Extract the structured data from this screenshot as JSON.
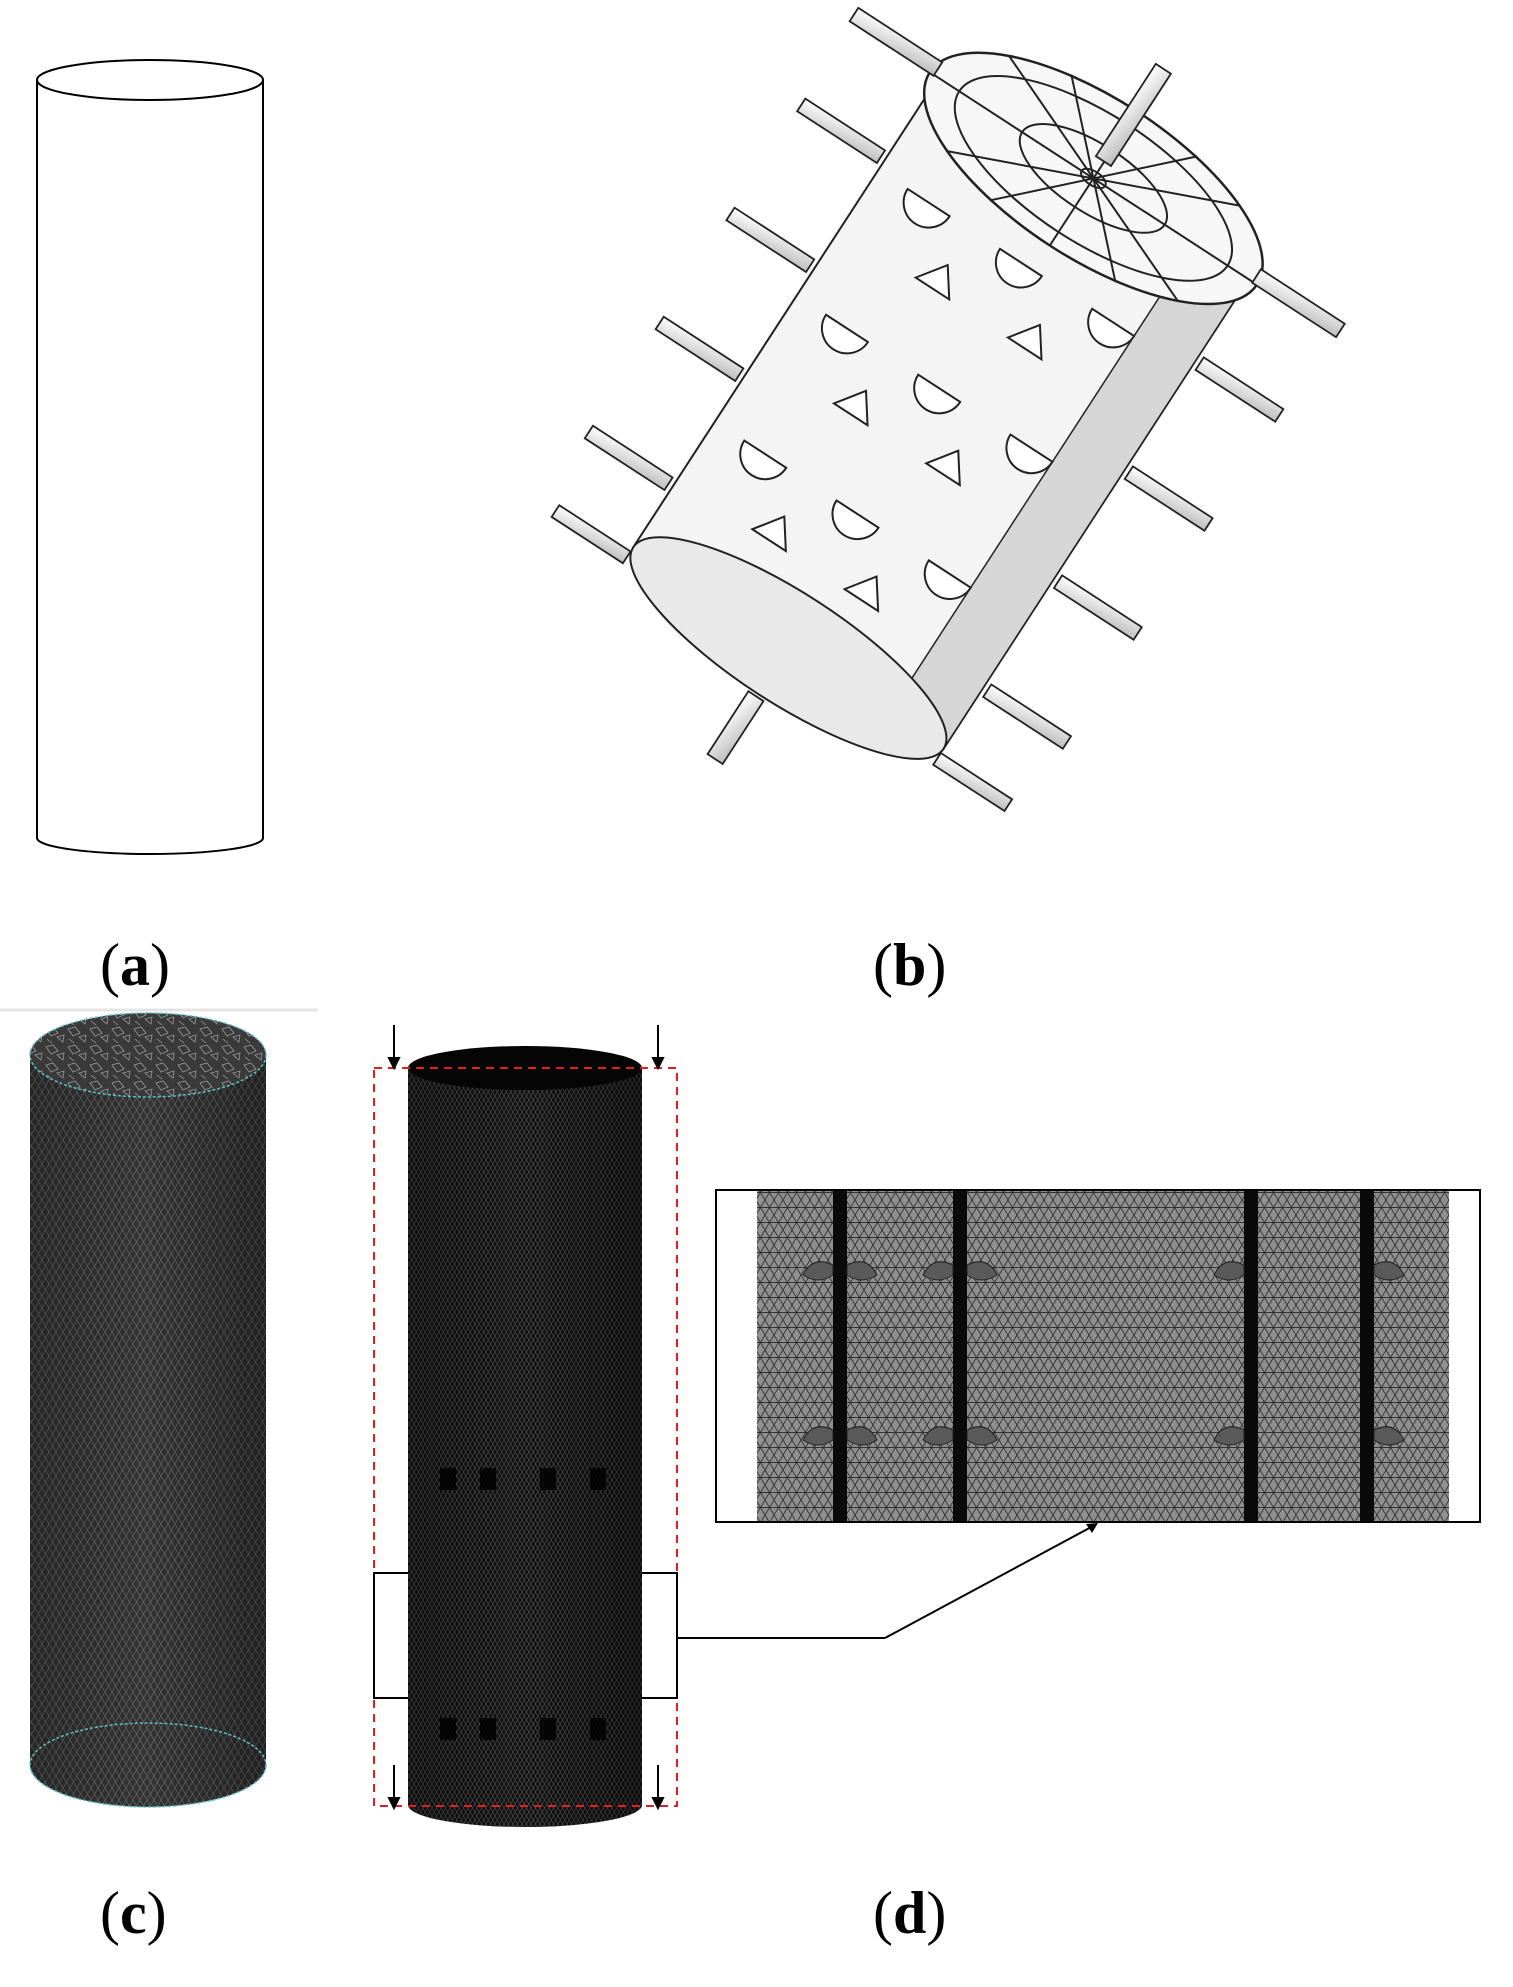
{
  "figure": {
    "panels": [
      {
        "id": "a",
        "label_open": "(",
        "label_letter": "a",
        "label_close": ")",
        "content": "cylinder-outline"
      },
      {
        "id": "b",
        "label_open": "(",
        "label_letter": "b",
        "label_close": ")",
        "content": "impeller-model"
      },
      {
        "id": "c",
        "label_open": "(",
        "label_letter": "c",
        "label_close": ")",
        "content": "meshed-cylinder"
      },
      {
        "id": "d",
        "label_open": "(",
        "label_letter": "d",
        "label_close": ")",
        "content": "meshed-cylinder-with-zoom"
      }
    ],
    "colors": {
      "outline": "#000000",
      "impeller_face": "#f2f2f2",
      "impeller_shade": "#c8c8c8",
      "mesh_dark": "#2e2e2e",
      "mesh_black": "#0d0d0d",
      "mesh_gray": "#8a8a8a",
      "dashed_box": "#e02020",
      "edge_cyan": "#5fbfc0"
    }
  }
}
